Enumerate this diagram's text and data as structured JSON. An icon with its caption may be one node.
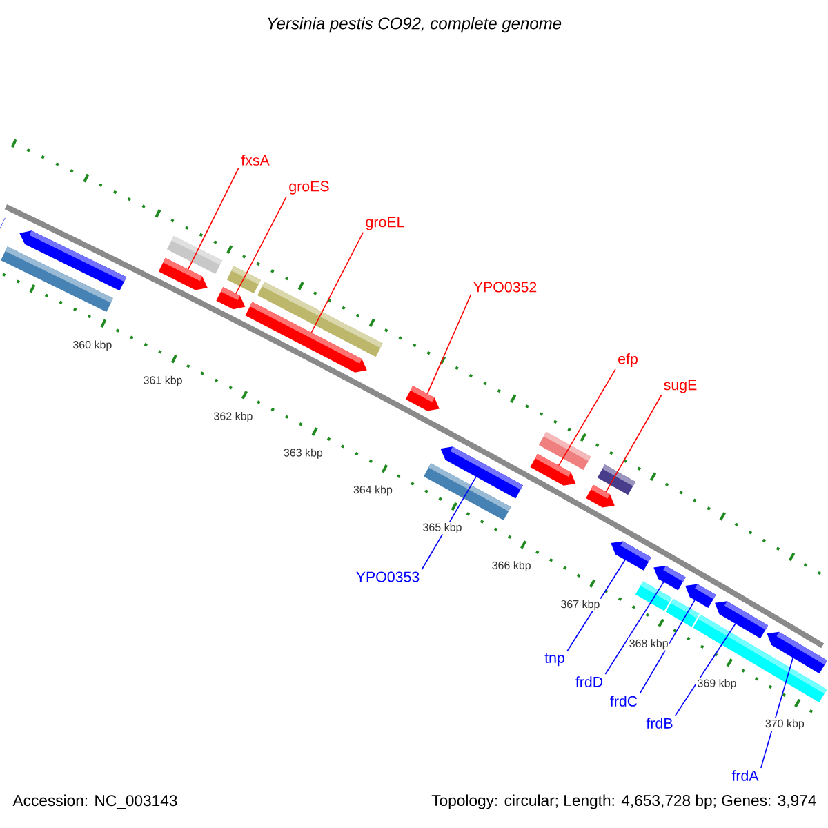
{
  "diagram": {
    "title": "Yersinia pestis CO92, complete genome",
    "nodes": [
      {
        "text": [
          "fxsA"
        ]
      },
      {
        "text": [
          "groES"
        ]
      },
      {
        "text": [
          "groEL"
        ]
      },
      {
        "text": [
          "YPO0352"
        ]
      },
      {
        "text": [
          "efp"
        ]
      },
      {
        "text": [
          "sugE"
        ]
      },
      {
        "text": [
          "YPO0353"
        ]
      },
      {
        "text": [
          "tnp"
        ]
      },
      {
        "text": [
          "frdD"
        ]
      },
      {
        "text": [
          "frdC"
        ]
      },
      {
        "text": [
          "frdB"
        ]
      },
      {
        "text": [
          "frdA"
        ]
      },
      {
        "text": [],
        "shape": "bar"
      },
      {
        "text": [],
        "shape": "bar"
      },
      {
        "text": [],
        "shape": "bar"
      },
      {
        "text": [],
        "shape": "bar"
      },
      {
        "text": [],
        "shape": "bar"
      },
      {
        "text": [],
        "shape": "bar"
      },
      {
        "text": [],
        "shape": "bar"
      },
      {
        "text": [],
        "shape": "bar"
      },
      {
        "text": [],
        "shape": "bar"
      },
      {
        "text": [],
        "shape": "bar"
      },
      {
        "text": [],
        "shape": "bar"
      },
      {
        "text": [],
        "shape": "bar"
      }
    ],
    "edges": [
      {
        "from": 0,
        "to": 12,
        "arrow": "none",
        "color": "#ff0000"
      },
      {
        "from": 1,
        "to": 13,
        "arrow": "none",
        "color": "#ff0000"
      },
      {
        "from": 2,
        "to": 14,
        "arrow": "none",
        "color": "#ff0000"
      },
      {
        "from": 3,
        "to": 15,
        "arrow": "none",
        "color": "#ff0000"
      },
      {
        "from": 4,
        "to": 16,
        "arrow": "none",
        "color": "#ff0000"
      },
      {
        "from": 5,
        "to": 17,
        "arrow": "none",
        "color": "#ff0000"
      },
      {
        "from": 6,
        "to": 18,
        "arrow": "none",
        "color": "#0000ff"
      },
      {
        "from": 7,
        "to": 19,
        "arrow": "none",
        "color": "#0000ff"
      },
      {
        "from": 8,
        "to": 20,
        "arrow": "none",
        "color": "#0000ff"
      },
      {
        "from": 9,
        "to": 21,
        "arrow": "none",
        "color": "#0000ff"
      },
      {
        "from": 10,
        "to": 22,
        "arrow": "none",
        "color": "#0000ff"
      },
      {
        "from": 11,
        "to": 23,
        "arrow": "none",
        "color": "#0000ff"
      }
    ],
    "labels": [
      "360 kbp",
      "361 kbp",
      "362 kbp",
      "363 kbp",
      "364 kbp",
      "365 kbp",
      "366 kbp",
      "367 kbp",
      "368 kbp",
      "369 kbp",
      "370 kbp",
      "Accession: NC_003143",
      "Topology: circular; Length: 4,653,728 bp; Genes: 3,974"
    ]
  }
}
